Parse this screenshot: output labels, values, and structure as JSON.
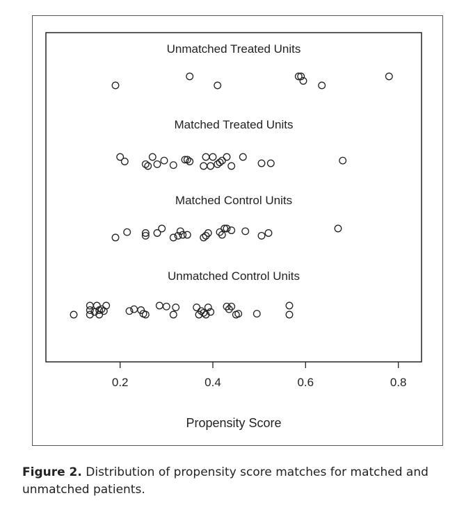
{
  "chart_data": {
    "type": "scatter",
    "xlabel": "Propensity Score",
    "ylabel": "",
    "xlim": [
      0.04,
      0.85
    ],
    "x_ticks": [
      0.2,
      0.4,
      0.6,
      0.8
    ],
    "x_tick_labels": [
      "0.2",
      "0.4",
      "0.6",
      "0.8"
    ],
    "grid": false,
    "marker": "open-circle",
    "groups": [
      {
        "label": "Unmatched Treated Units",
        "points": [
          {
            "x": 0.19,
            "y": 0
          },
          {
            "x": 0.35,
            "y": 1
          },
          {
            "x": 0.41,
            "y": 0
          },
          {
            "x": 0.585,
            "y": 1
          },
          {
            "x": 0.59,
            "y": 1
          },
          {
            "x": 0.595,
            "y": 0.5
          },
          {
            "x": 0.635,
            "y": 0
          },
          {
            "x": 0.78,
            "y": 1
          }
        ]
      },
      {
        "label": "Matched Treated Units",
        "points": [
          {
            "x": 0.2,
            "y": 1
          },
          {
            "x": 0.21,
            "y": 0.5
          },
          {
            "x": 0.255,
            "y": 0.2
          },
          {
            "x": 0.26,
            "y": 0
          },
          {
            "x": 0.27,
            "y": 1
          },
          {
            "x": 0.28,
            "y": 0.2
          },
          {
            "x": 0.295,
            "y": 0.6
          },
          {
            "x": 0.315,
            "y": 0.1
          },
          {
            "x": 0.34,
            "y": 0.7
          },
          {
            "x": 0.345,
            "y": 0.7
          },
          {
            "x": 0.35,
            "y": 0.5
          },
          {
            "x": 0.38,
            "y": 0
          },
          {
            "x": 0.385,
            "y": 1
          },
          {
            "x": 0.395,
            "y": 0
          },
          {
            "x": 0.4,
            "y": 1
          },
          {
            "x": 0.41,
            "y": 0.2
          },
          {
            "x": 0.415,
            "y": 0.4
          },
          {
            "x": 0.42,
            "y": 0.6
          },
          {
            "x": 0.43,
            "y": 1
          },
          {
            "x": 0.44,
            "y": 0
          },
          {
            "x": 0.465,
            "y": 1
          },
          {
            "x": 0.505,
            "y": 0.3
          },
          {
            "x": 0.525,
            "y": 0.3
          },
          {
            "x": 0.68,
            "y": 0.6
          }
        ]
      },
      {
        "label": "Matched Control Units",
        "points": [
          {
            "x": 0.19,
            "y": 0
          },
          {
            "x": 0.215,
            "y": 0.6
          },
          {
            "x": 0.255,
            "y": 0.5
          },
          {
            "x": 0.255,
            "y": 0.2
          },
          {
            "x": 0.28,
            "y": 0.5
          },
          {
            "x": 0.29,
            "y": 1
          },
          {
            "x": 0.315,
            "y": 0
          },
          {
            "x": 0.325,
            "y": 0.2
          },
          {
            "x": 0.33,
            "y": 0.7
          },
          {
            "x": 0.335,
            "y": 0.3
          },
          {
            "x": 0.345,
            "y": 0.3
          },
          {
            "x": 0.38,
            "y": 0
          },
          {
            "x": 0.385,
            "y": 0.2
          },
          {
            "x": 0.39,
            "y": 0.5
          },
          {
            "x": 0.415,
            "y": 0.6
          },
          {
            "x": 0.42,
            "y": 0.3
          },
          {
            "x": 0.425,
            "y": 1
          },
          {
            "x": 0.43,
            "y": 1
          },
          {
            "x": 0.44,
            "y": 0.8
          },
          {
            "x": 0.47,
            "y": 0.7
          },
          {
            "x": 0.505,
            "y": 0.2
          },
          {
            "x": 0.52,
            "y": 0.5
          },
          {
            "x": 0.67,
            "y": 1
          }
        ]
      },
      {
        "label": "Unmatched Control Units",
        "points": [
          {
            "x": 0.1,
            "y": 0
          },
          {
            "x": 0.135,
            "y": 1
          },
          {
            "x": 0.135,
            "y": 0.5
          },
          {
            "x": 0.135,
            "y": 0
          },
          {
            "x": 0.145,
            "y": 0.3
          },
          {
            "x": 0.15,
            "y": 1
          },
          {
            "x": 0.155,
            "y": 0.5
          },
          {
            "x": 0.155,
            "y": 0
          },
          {
            "x": 0.16,
            "y": 0.6
          },
          {
            "x": 0.165,
            "y": 0.4
          },
          {
            "x": 0.17,
            "y": 1
          },
          {
            "x": 0.22,
            "y": 0.4
          },
          {
            "x": 0.23,
            "y": 0.6
          },
          {
            "x": 0.245,
            "y": 0.5
          },
          {
            "x": 0.25,
            "y": 0.1
          },
          {
            "x": 0.255,
            "y": 0
          },
          {
            "x": 0.285,
            "y": 1
          },
          {
            "x": 0.3,
            "y": 0.9
          },
          {
            "x": 0.315,
            "y": 0
          },
          {
            "x": 0.32,
            "y": 0.8
          },
          {
            "x": 0.365,
            "y": 0.8
          },
          {
            "x": 0.37,
            "y": 0
          },
          {
            "x": 0.375,
            "y": 0.4
          },
          {
            "x": 0.38,
            "y": 0.2
          },
          {
            "x": 0.385,
            "y": 0
          },
          {
            "x": 0.39,
            "y": 0.8
          },
          {
            "x": 0.395,
            "y": 0.3
          },
          {
            "x": 0.43,
            "y": 0.9
          },
          {
            "x": 0.435,
            "y": 0.6
          },
          {
            "x": 0.44,
            "y": 0.9
          },
          {
            "x": 0.45,
            "y": 0
          },
          {
            "x": 0.455,
            "y": 0.1
          },
          {
            "x": 0.495,
            "y": 0.1
          },
          {
            "x": 0.565,
            "y": 1
          },
          {
            "x": 0.565,
            "y": 0
          }
        ]
      }
    ]
  },
  "caption": {
    "label": "Figure 2.",
    "text": "Distribution of propensity score matches for matched and unmatched patients."
  },
  "colors": {
    "marker_stroke": "#222222",
    "axis": "#222222",
    "frame": "#555555",
    "text": "#222222"
  }
}
